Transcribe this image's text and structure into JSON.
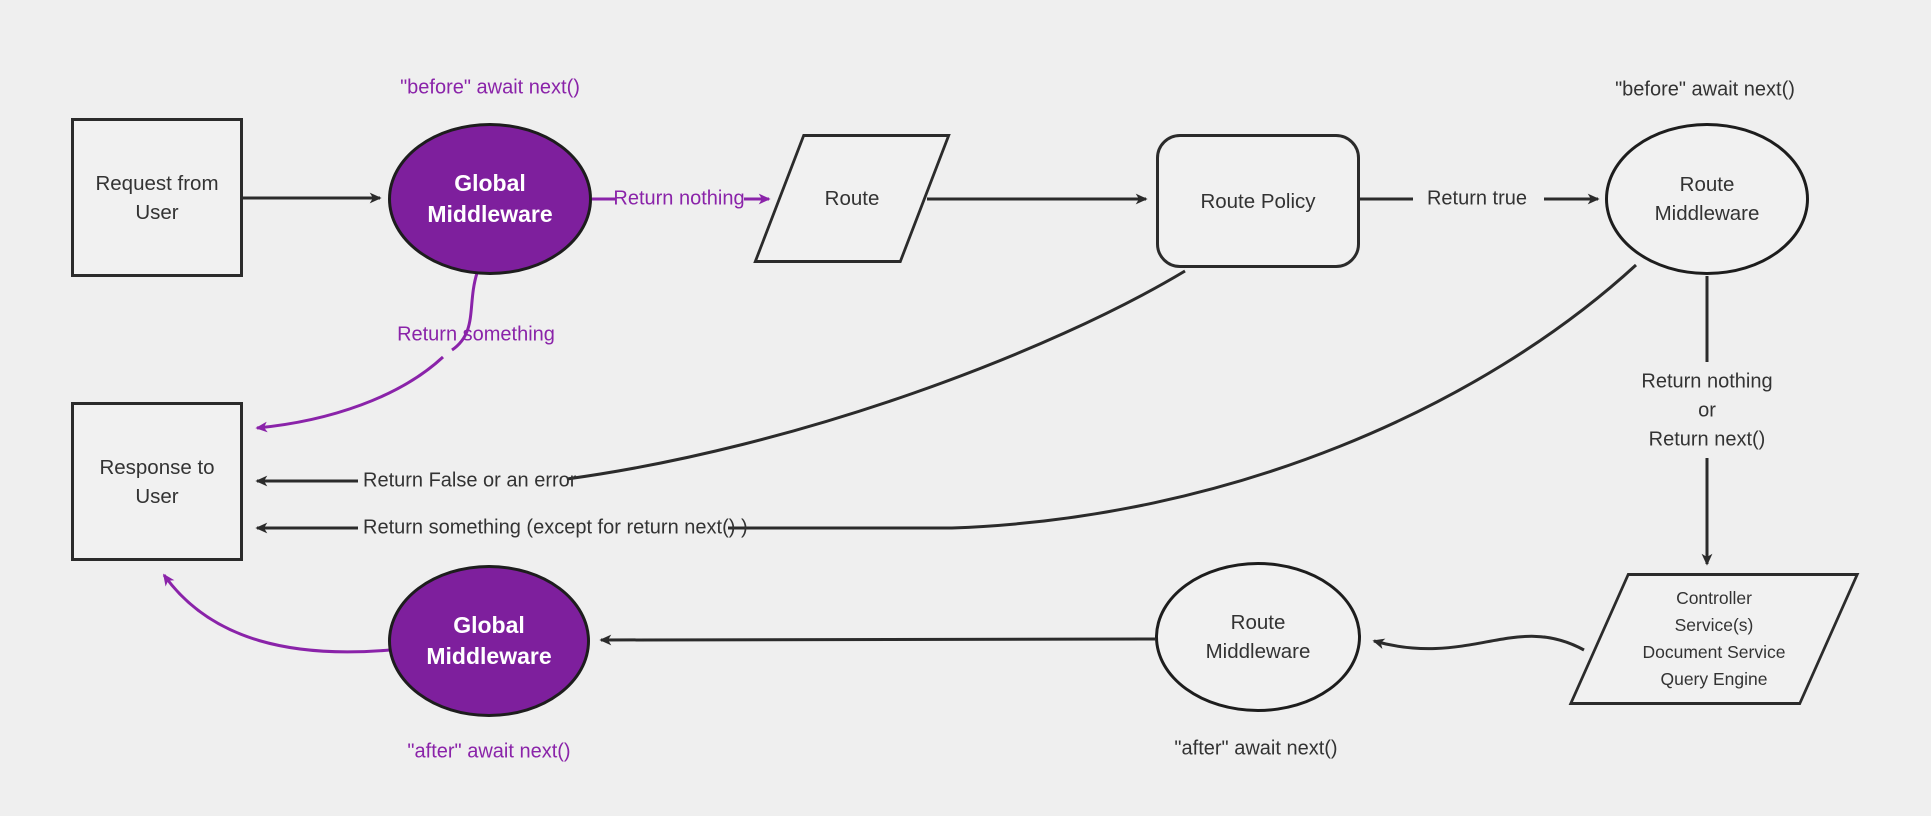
{
  "colors": {
    "bg": "#efefef",
    "node_fill": "#f1f1f1",
    "ink": "#2b2b2b",
    "text": "#333333",
    "purple": "#8a23a9",
    "purple_fill": "#7e1f9d",
    "white": "#ffffff"
  },
  "nodes": {
    "request": {
      "lines": [
        "Request from",
        "User"
      ]
    },
    "global_mw_top": {
      "lines": [
        "Global",
        "Middleware"
      ]
    },
    "route": {
      "lines": [
        "Route"
      ]
    },
    "route_policy": {
      "lines": [
        "Route Policy"
      ]
    },
    "route_mw_top": {
      "lines": [
        "Route",
        "Middleware"
      ]
    },
    "controller": {
      "lines": [
        "Controller",
        "Service(s)",
        "Document Service",
        "Query Engine"
      ]
    },
    "route_mw_bottom": {
      "lines": [
        "Route",
        "Middleware"
      ]
    },
    "global_mw_bottom": {
      "lines": [
        "Global",
        "Middleware"
      ]
    },
    "response": {
      "lines": [
        "Response to",
        "User"
      ]
    }
  },
  "labels": {
    "before_global": "\"before\" await next()",
    "before_route": "\"before\" await next()",
    "return_nothing": "Return nothing",
    "return_true": "Return true",
    "return_nothing_or_line1": "Return nothing",
    "return_nothing_or_line2": "or",
    "return_nothing_or_line3": "Return next()",
    "return_false": "Return False or an error",
    "return_something_except": "Return something (except for return next() )",
    "return_something": "Return something",
    "after_global": "\"after\" await next()",
    "after_route": "\"after\" await next()"
  }
}
